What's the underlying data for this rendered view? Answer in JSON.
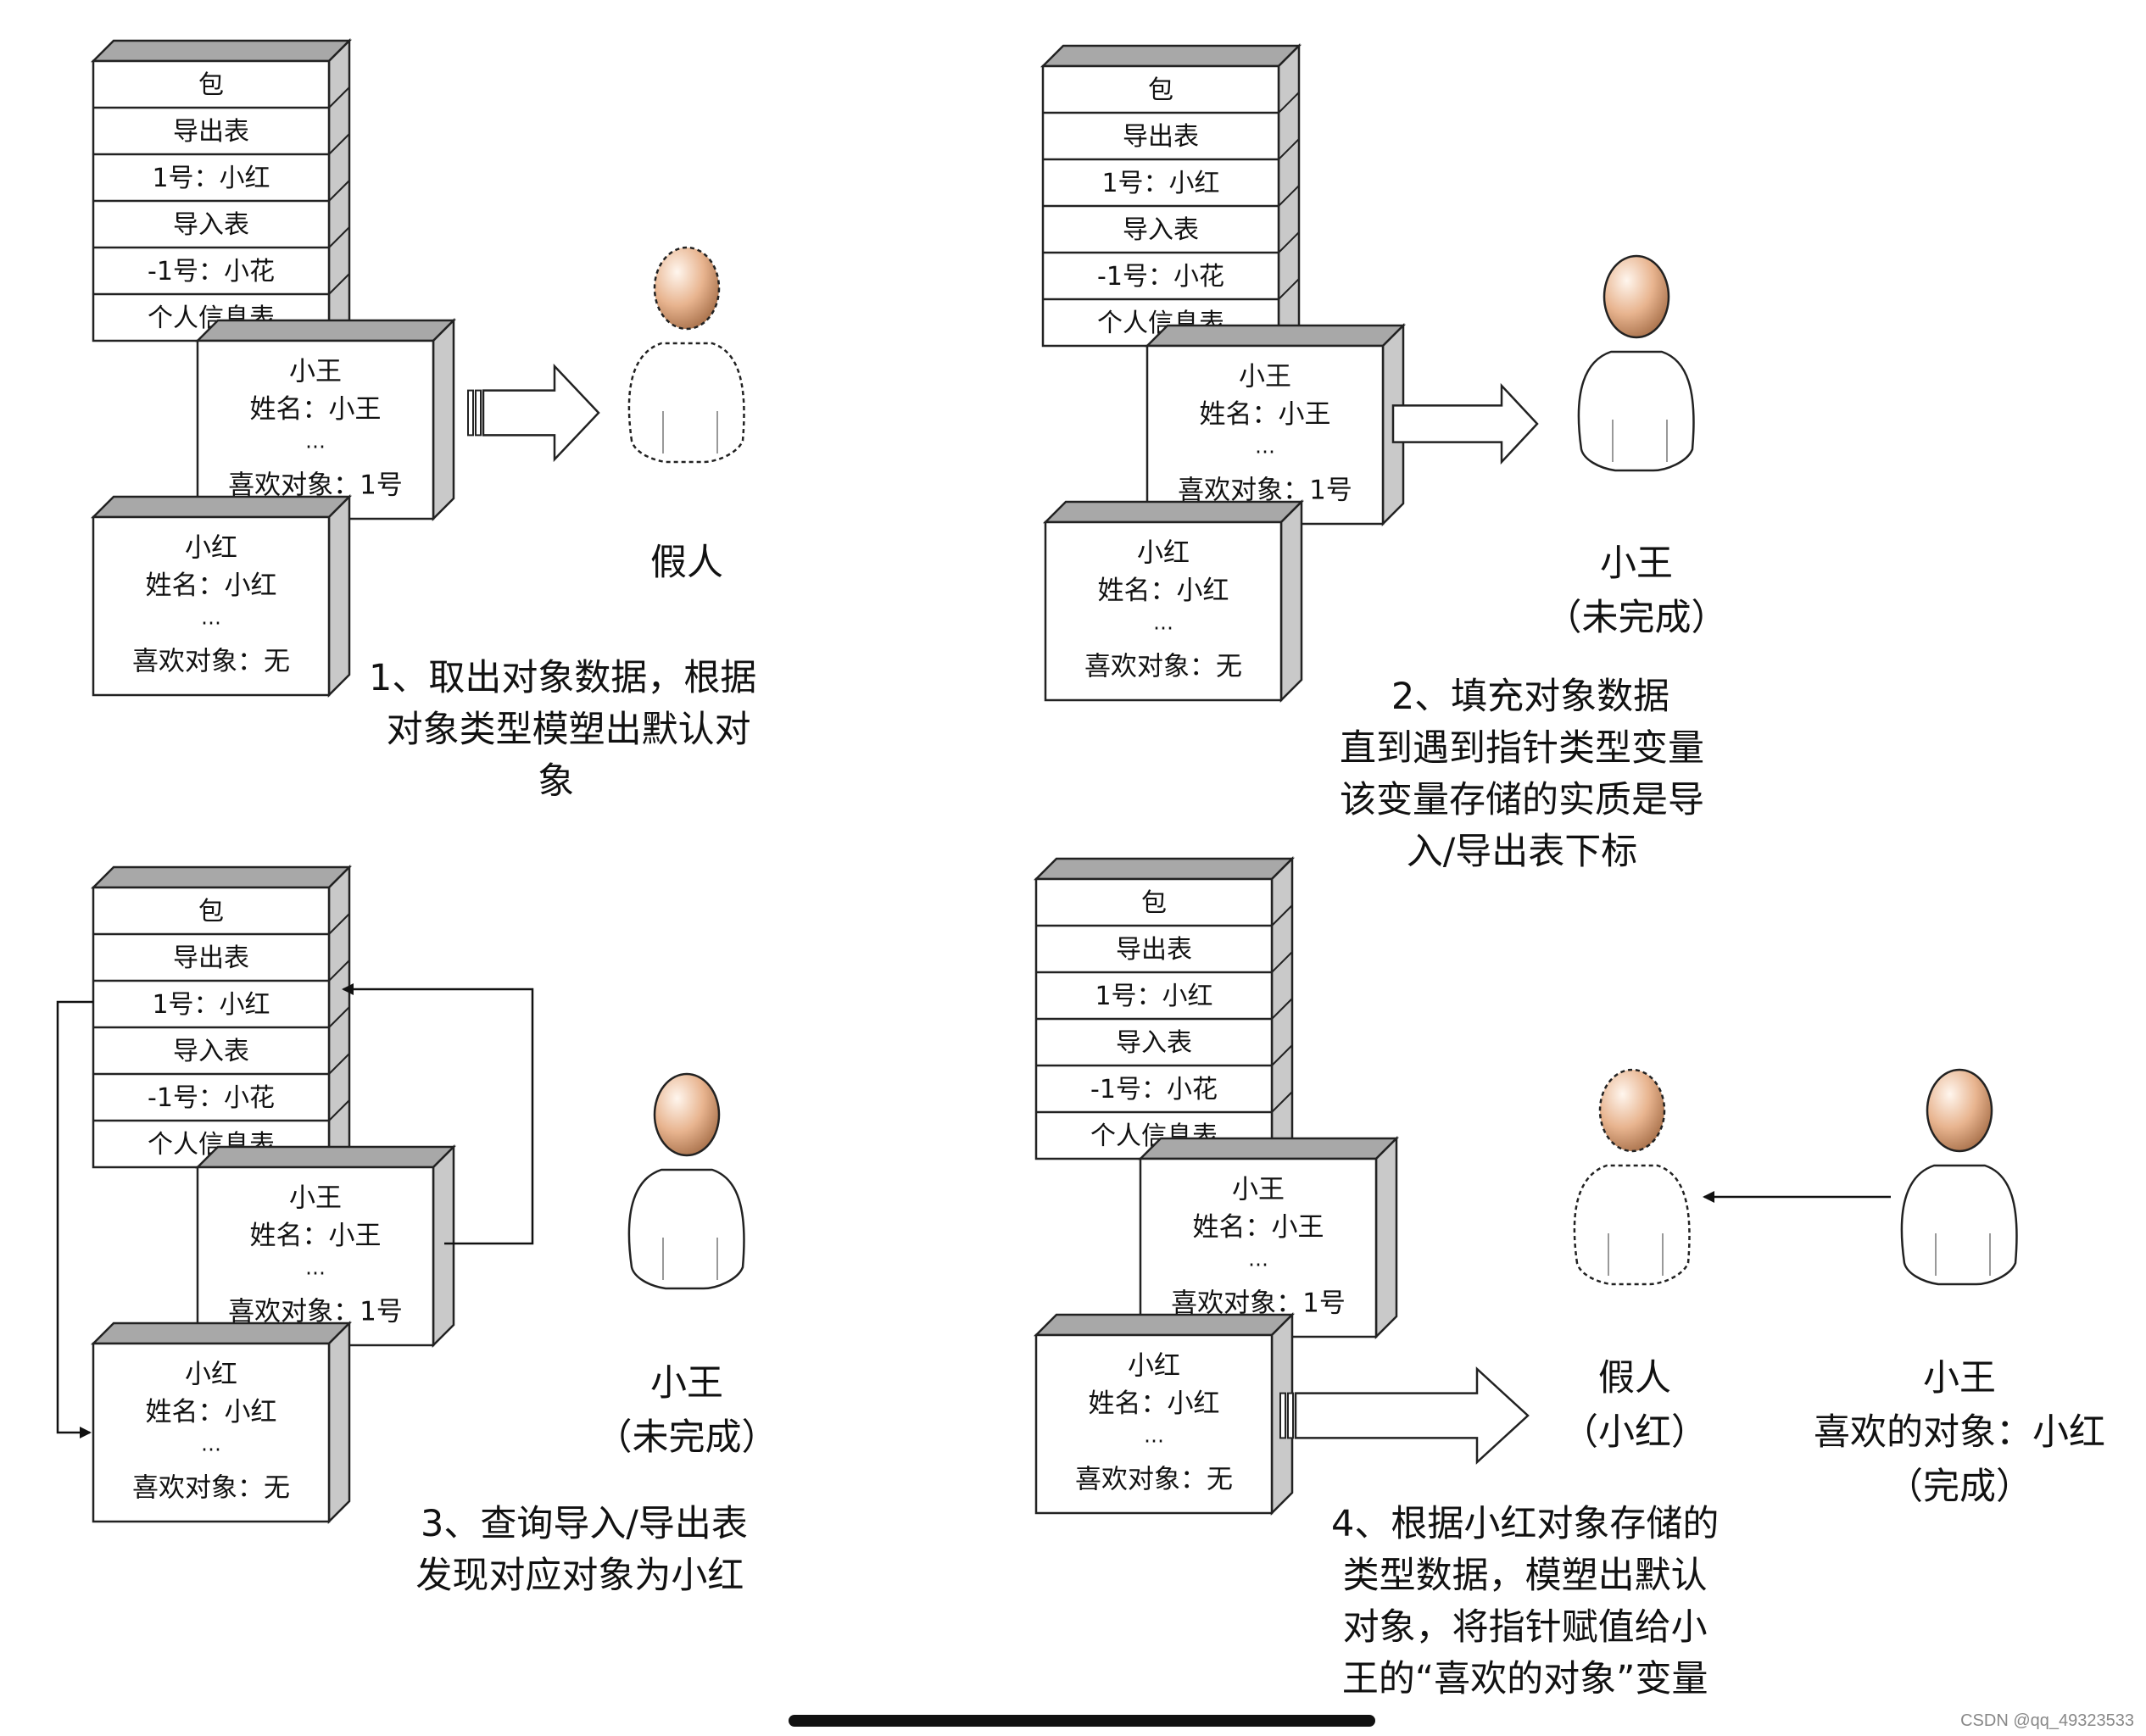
{
  "panels": [
    {
      "id": "p1",
      "package": {
        "rows": [
          "包",
          "导出表",
          "1号：小红",
          "导入表",
          "-1号：小花",
          "个人信息表"
        ]
      },
      "wang_box": [
        "小王",
        "姓名：小王",
        "…",
        "喜欢对象：1号"
      ],
      "hong_box": [
        "小红",
        "姓名：小红",
        "…",
        "喜欢对象：无"
      ],
      "figure_label": [
        "假人"
      ],
      "caption": [
        "1、取出对象数据，根据",
        "对象类型模塑出默认对",
        "象"
      ]
    },
    {
      "id": "p2",
      "package": {
        "rows": [
          "包",
          "导出表",
          "1号：小红",
          "导入表",
          "-1号：小花",
          "个人信息表"
        ]
      },
      "wang_box": [
        "小王",
        "姓名：小王",
        "…",
        "喜欢对象：1号"
      ],
      "hong_box": [
        "小红",
        "姓名：小红",
        "…",
        "喜欢对象：无"
      ],
      "figure_label": [
        "小王",
        "（未完成）"
      ],
      "caption": [
        "2、填充对象数据",
        "直到遇到指针类型变量",
        "该变量存储的实质是导",
        "入/导出表下标"
      ]
    },
    {
      "id": "p3",
      "package": {
        "rows": [
          "包",
          "导出表",
          "1号：小红",
          "导入表",
          "-1号：小花",
          "个人信息表"
        ]
      },
      "wang_box": [
        "小王",
        "姓名：小王",
        "…",
        "喜欢对象：1号"
      ],
      "hong_box": [
        "小红",
        "姓名：小红",
        "…",
        "喜欢对象：无"
      ],
      "figure_label": [
        "小王",
        "（未完成）"
      ],
      "caption": [
        "3、查询导入/导出表",
        "发现对应对象为小红"
      ]
    },
    {
      "id": "p4",
      "package": {
        "rows": [
          "包",
          "导出表",
          "1号：小红",
          "导入表",
          "-1号：小花",
          "个人信息表"
        ]
      },
      "wang_box": [
        "小王",
        "姓名：小王",
        "…",
        "喜欢对象：1号"
      ],
      "hong_box": [
        "小红",
        "姓名：小红",
        "…",
        "喜欢对象：无"
      ],
      "figure_label": [
        "假人",
        "（小红）"
      ],
      "figure2_label": [
        "小王",
        "喜欢的对象：小红",
        "（完成）"
      ],
      "caption": [
        "4、根据小红对象存储的",
        "类型数据，模塑出默认",
        "对象，将指针赋值给小",
        "王的“喜欢的对象”变量"
      ]
    }
  ],
  "watermark": "CSDN @qq_49323533",
  "colors": {
    "box_side": "#c9c9c9",
    "box_top": "#a8a8a8",
    "head": "#e8b48f",
    "stroke": "#222222"
  }
}
